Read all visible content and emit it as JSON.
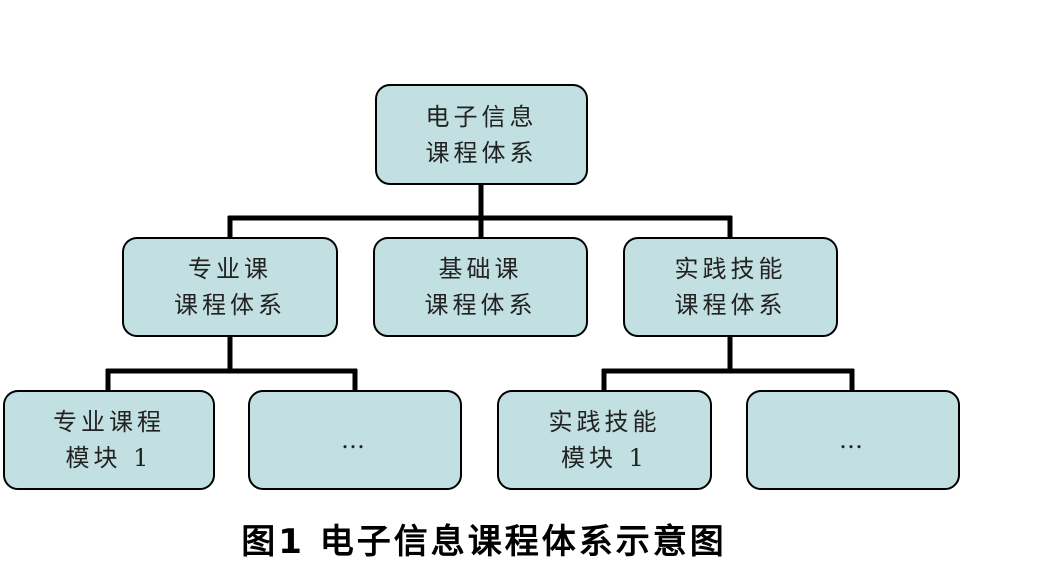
{
  "diagram": {
    "caption": "图1 电子信息课程体系示意图",
    "colors": {
      "box_fill": "#c2e0e2",
      "box_border": "#000000",
      "connector": "#000000",
      "text": "#222222",
      "background": "#ffffff"
    },
    "nodes": {
      "root": {
        "line1": "电子信息",
        "line2": "课程体系"
      },
      "level2": [
        {
          "line1": "专业课",
          "line2": "课程体系"
        },
        {
          "line1": "基础课",
          "line2": "课程体系"
        },
        {
          "line1": "实践技能",
          "line2": "课程体系"
        }
      ],
      "level3": [
        {
          "line1": "专业课程",
          "line2": "模块 1"
        },
        {
          "line1": "…",
          "line2": ""
        },
        {
          "line1": "实践技能",
          "line2": "模块 1"
        },
        {
          "line1": "…",
          "line2": ""
        }
      ]
    }
  }
}
